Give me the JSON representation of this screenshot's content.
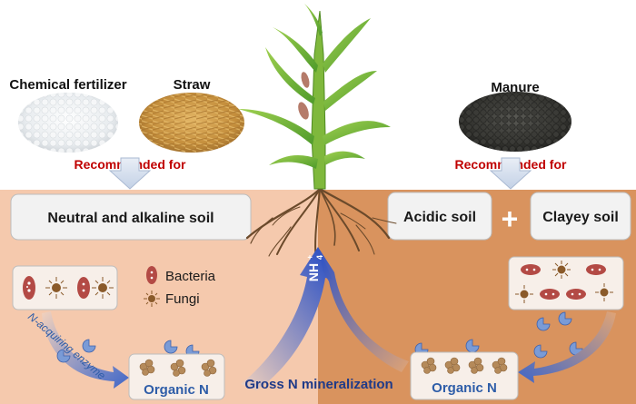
{
  "top_labels": {
    "chemical_fertilizer": "Chemical fertilizer",
    "straw": "Straw",
    "manure": "Manure"
  },
  "recommended_left": "Recommended for",
  "recommended_right": "Recommended for",
  "soil_boxes": {
    "neutral_alkaline": "Neutral and alkaline soil",
    "acidic": "Acidic soil",
    "plus": "+",
    "clayey": "Clayey soil"
  },
  "legend": {
    "bacteria": "Bacteria",
    "fungi": "Fungi"
  },
  "enzyme_label": "N-acquiring enzyme",
  "organic_n_left": "Organic N",
  "organic_n_right": "Organic N",
  "gross_n_mineralization": "Gross N mineralization",
  "nh4_label": "NH",
  "nh4_sub": "4",
  "nh4_sup": "+",
  "colors": {
    "soil_left": "#f5c9ad",
    "soil_right": "#d9935e",
    "text_red": "#c00000",
    "text_blue": "#2e5da8",
    "text_dark": "#1a1a1a",
    "arrow_blue": "#3a63c8",
    "bacteria_red": "#b34a45",
    "fungi_brown": "#8a5a2a"
  }
}
